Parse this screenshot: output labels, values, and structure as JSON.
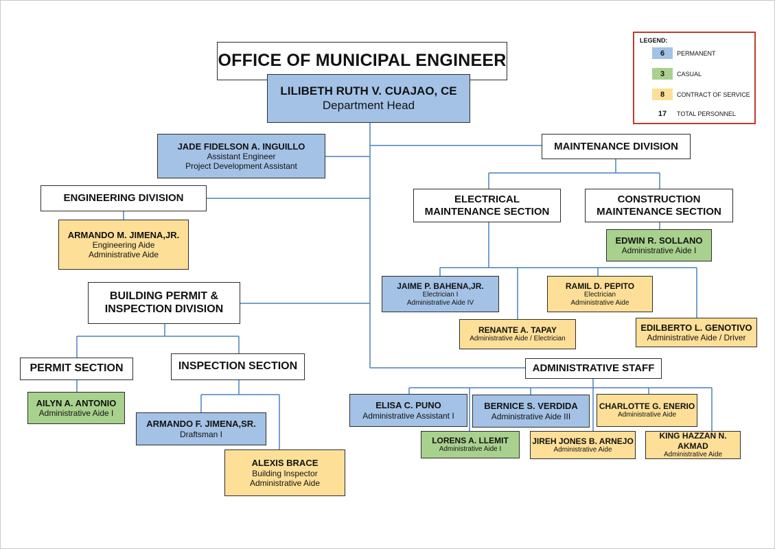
{
  "colors": {
    "permanent": "#a4c2e6",
    "casual": "#a9d18e",
    "contract": "#fddf98",
    "connector": "#4a7fbf",
    "legend_border": "#c0392b"
  },
  "title": "OFFICE OF MUNICIPAL ENGINEER",
  "head": {
    "name": "LILIBETH RUTH V. CUAJAO, CE",
    "role": "Department Head"
  },
  "assistant": {
    "name": "JADE FIDELSON A. INGUILLO",
    "role1": "Assistant Engineer",
    "role2": "Project Development Assistant"
  },
  "legend": {
    "title": "LEGEND:",
    "permanent": {
      "count": "6",
      "label": "PERMANENT"
    },
    "casual": {
      "count": "3",
      "label": "CASUAL"
    },
    "contract": {
      "count": "8",
      "label": "CONTRACT OF SERVICE"
    },
    "total": {
      "count": "17",
      "label": "TOTAL PERSONNEL"
    }
  },
  "engineering": {
    "title": "ENGINEERING DIVISION",
    "staff": {
      "name": "ARMANDO M. JIMENA,JR.",
      "role1": "Engineering Aide",
      "role2": "Administrative Aide"
    }
  },
  "building": {
    "title1": "BUILDING PERMIT &",
    "title2": "INSPECTION DIVISION",
    "permit": {
      "title": "PERMIT SECTION",
      "staff": {
        "name": "AILYN A. ANTONIO",
        "role": "Administrative Aide I"
      }
    },
    "inspection": {
      "title": "INSPECTION SECTION",
      "staff1": {
        "name": "ARMANDO F. JIMENA,SR.",
        "role": "Draftsman I"
      },
      "staff2": {
        "name": "ALEXIS BRACE",
        "role1": "Building Inspector",
        "role2": "Administrative Aide"
      }
    }
  },
  "maintenance": {
    "title": "MAINTENANCE DIVISION",
    "electrical": {
      "title1": "ELECTRICAL",
      "title2": "MAINTENANCE SECTION",
      "jaime": {
        "name": "JAIME P. BAHENA,JR.",
        "role1": "Electrician I",
        "role2": "Administrative Aide IV"
      },
      "ramil": {
        "name": "RAMIL D. PEPITO",
        "role1": "Electrician",
        "role2": "Administrative Aide"
      },
      "renante": {
        "name": "RENANTE A. TAPAY",
        "role": "Administrative Aide / Electrician"
      },
      "edilberto": {
        "name": "EDILBERTO L. GENOTIVO",
        "role": "Administrative Aide / Driver"
      }
    },
    "construction": {
      "title1": "CONSTRUCTION",
      "title2": "MAINTENANCE SECTION",
      "edwin": {
        "name": "EDWIN R. SOLLANO",
        "role": "Administrative Aide I"
      }
    }
  },
  "admin": {
    "title": "ADMINISTRATIVE STAFF",
    "elisa": {
      "name": "ELISA C. PUNO",
      "role": "Administrative Assistant I"
    },
    "bernice": {
      "name": "BERNICE S. VERDIDA",
      "role": "Administrative Aide III"
    },
    "charlotte": {
      "name": "CHARLOTTE G. ENERIO",
      "role": "Administrative Aide"
    },
    "lorens": {
      "name": "LORENS A. LLEMIT",
      "role": "Administrative Aide I"
    },
    "jireh": {
      "name": "JIREH JONES B. ARNEJO",
      "role": "Administrative Aide"
    },
    "king": {
      "name": "KING HAZZAN N. AKMAD",
      "role": "Administrative Aide"
    }
  }
}
